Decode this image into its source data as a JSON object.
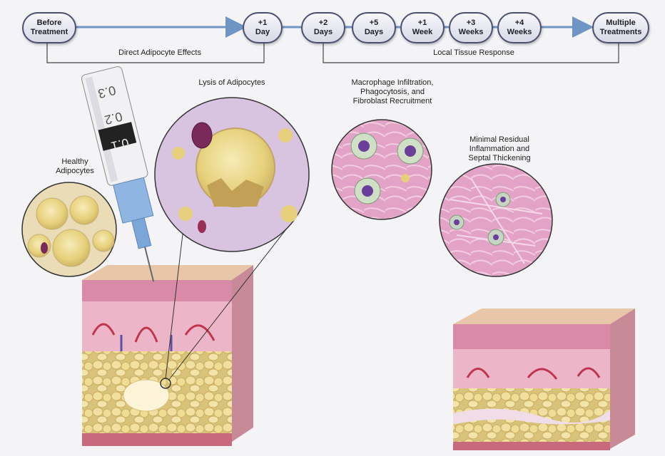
{
  "timeline": {
    "nodes": [
      {
        "label": "Before\nTreatment"
      },
      {
        "label": "+1\nDay"
      },
      {
        "label": "+2\nDays"
      },
      {
        "label": "+5\nDays"
      },
      {
        "label": "+1\nWeek"
      },
      {
        "label": "+3\nWeeks"
      },
      {
        "label": "+4\nWeeks"
      },
      {
        "label": "Multiple\nTreatments"
      }
    ],
    "phases": {
      "direct": "Direct Adipocyte Effects",
      "local": "Local Tissue Response"
    }
  },
  "labels": {
    "healthy": "Healthy\nAdipocytes",
    "lysis": "Lysis of Adipocytes",
    "macrophage": "Macrophage Infiltration,\nPhagocytosis, and\nFibroblast Recruitment",
    "minimal": "Minimal Residual\nInflammation and\nSeptal Thickening"
  },
  "syringe": {
    "scale": [
      "0.3",
      "0.2",
      "0.1"
    ]
  },
  "colors": {
    "arrow": "#6f95c4",
    "node_border": "#4a4f6e",
    "fat": "#eedb8a",
    "skin": "#d6889c",
    "dermis": "#e9b7c6",
    "purple_tissue": "#d9b6dc"
  }
}
